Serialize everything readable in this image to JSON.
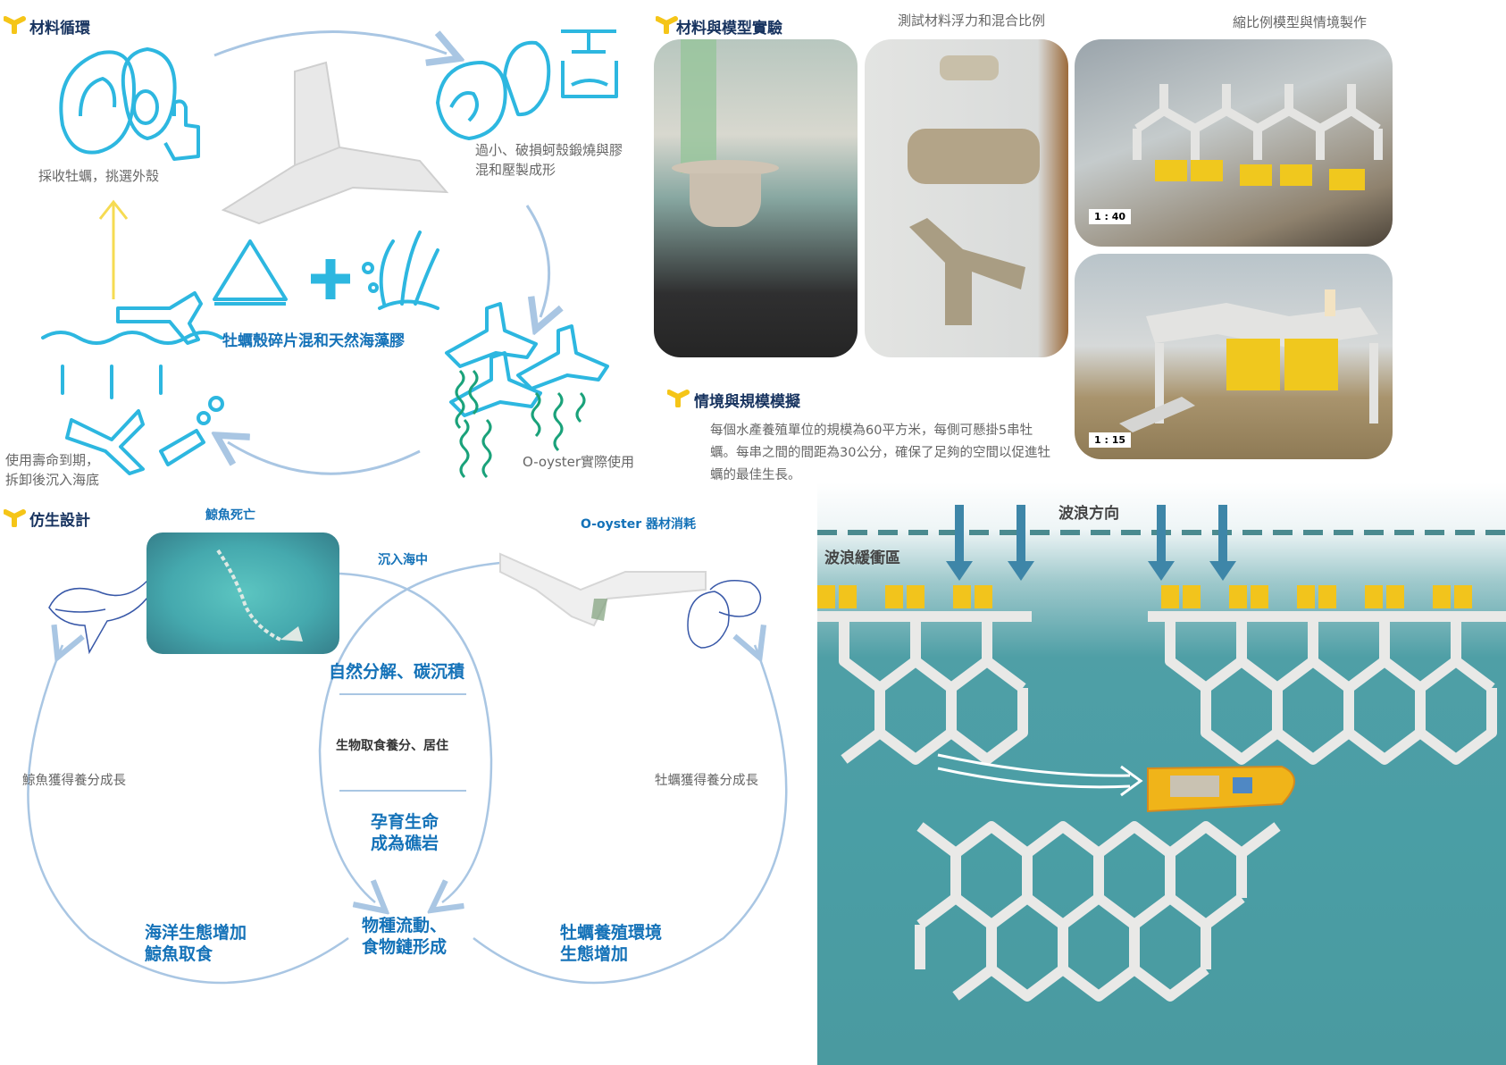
{
  "material_cycle": {
    "title": "材料循環",
    "step_harvest": "採收牡蠣，挑選外殼",
    "step_process": "過小、破損蚵殼鍛燒與膠混和壓製成形",
    "mix_label": "牡蠣殼碎片混和天然海藻膠",
    "step_use": "O-oyster實際使用",
    "step_end_line1": "使用壽命到期，",
    "step_end_line2": "拆卸後沉入海底"
  },
  "experiment": {
    "title": "材料與模型實驗",
    "caption_material": "測試材料浮力和混合比例",
    "caption_model": "縮比例模型與情境製作",
    "scale_1": "1 : 40",
    "scale_2": "1 : 15"
  },
  "simulation": {
    "title": "情境與規模模擬",
    "description": "每個水產養殖單位的規模為60平方米，每側可懸掛5串牡蠣。每串之間的間距為30公分，確保了足夠的空間以促進牡蠣的最佳生長。",
    "wave_direction": "波浪方向",
    "wave_buffer": "波浪緩衝區"
  },
  "bionic": {
    "title": "仿生設計",
    "whale_death": "鯨魚死亡",
    "sink": "沉入海中",
    "consumption": "O-oyster 器材消耗",
    "decompose": "自然分解、碳沉積",
    "habitat": "生物取食養分、居住",
    "reef_line1": "孕育生命",
    "reef_line2": "成為礁岩",
    "whale_growth": "鯨魚獲得養分成長",
    "oyster_growth": "牡蠣獲得養分成長",
    "ocean_line1": "海洋生態增加",
    "ocean_line2": "鯨魚取食",
    "flow_line1": "物種流動、",
    "flow_line2": "食物鏈形成",
    "farm_line1": "牡蠣養殖環境",
    "farm_line2": "生態增加"
  },
  "colors": {
    "title": "#17335f",
    "accent_blue": "#1472b8",
    "line_blue": "#2db7e0",
    "tag_yellow": "#f5c518",
    "sea": "#4a9ea5"
  }
}
